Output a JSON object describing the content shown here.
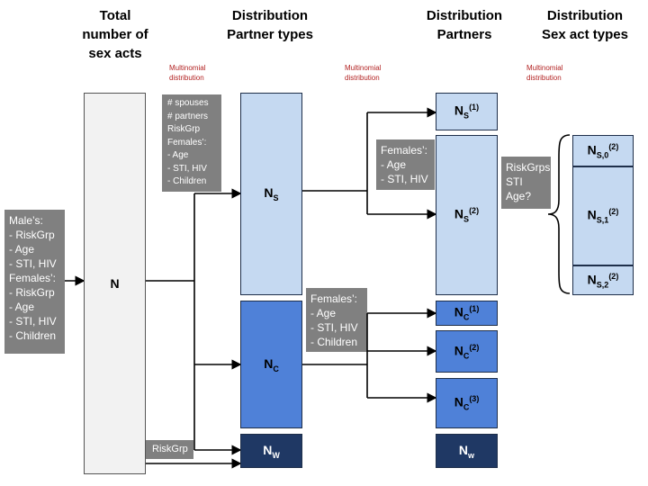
{
  "headers": {
    "total": "Total\nnumber of\nsex acts",
    "partner_types": "Distribution\nPartner types",
    "partners": "Distribution\nPartners",
    "sex_act_types": "Distribution\nSex act types"
  },
  "multinomial_label": "Multinomial\ndistribution",
  "gray_boxes": {
    "male": "Male’s:\n- RiskGrp\n- Age\n- STI, HIV\nFemales’:\n- RiskGrp\n- Age\n- STI, HIV\n- Children",
    "spouses": "# spouses\n# partners\nRiskGrp\nFemales’:\n- Age\n- STI, HIV\n- Children",
    "females_s": "Females’:\n- Age\n- STI, HIV",
    "females_c": "Females’:\n- Age\n- STI, HIV\n- Children",
    "riskgrp": "RiskGrp",
    "riskgrps_sti": "RiskGrps\nSTI\nAge?"
  },
  "nodes": {
    "N": "N",
    "NS": {
      "base": "N",
      "sub": "S"
    },
    "NC": {
      "base": "N",
      "sub": "C"
    },
    "NW": {
      "base": "N",
      "sub": "W"
    },
    "NS1": {
      "base": "N",
      "sub": "S",
      "sup": "(1)"
    },
    "NS2": {
      "base": "N",
      "sub": "S",
      "sup": "(2)"
    },
    "NC1": {
      "base": "N",
      "sub": "C",
      "sup": "(1)"
    },
    "NC2": {
      "base": "N",
      "sub": "C",
      "sup": "(2)"
    },
    "NC3": {
      "base": "N",
      "sub": "C",
      "sup": "(3)"
    },
    "Nw": {
      "base": "N",
      "sub": "w"
    },
    "NS02": {
      "base": "N",
      "sub": "S,0",
      "sup": "(2)"
    },
    "NS12": {
      "base": "N",
      "sub": "S,1",
      "sup": "(2)"
    },
    "NS22": {
      "base": "N",
      "sub": "S,2",
      "sup": "(2)"
    }
  },
  "colors": {
    "gray": "#808080",
    "light_blue": "#c5d9f1",
    "mid_blue": "#4f81d8",
    "dark_blue": "#1f3864",
    "multinomial_red": "#b22222"
  }
}
